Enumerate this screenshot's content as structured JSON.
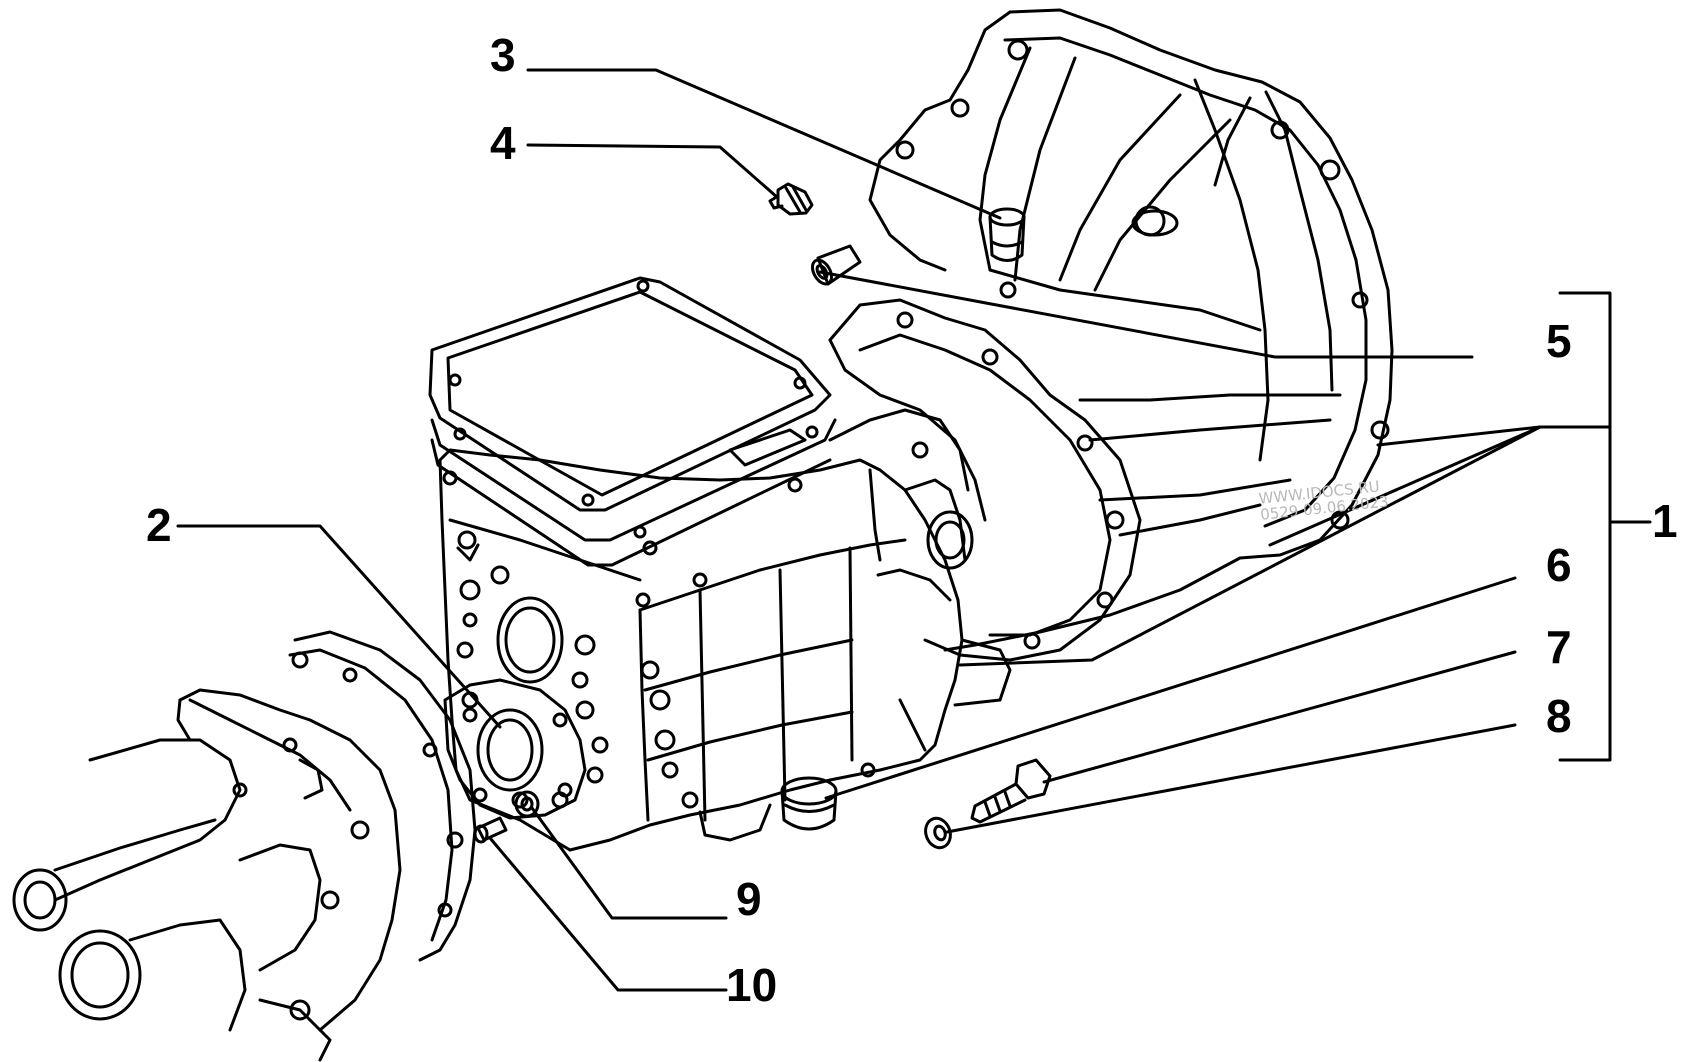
{
  "diagram": {
    "callouts": [
      "1",
      "2",
      "3",
      "4",
      "5",
      "6",
      "7",
      "8",
      "9",
      "10"
    ],
    "watermark": [
      "WWW.IDOCS.RU",
      "0529 09.06.2023"
    ]
  },
  "colors": {
    "line": "#000000",
    "background": "#ffffff",
    "watermark": "#b8b8b8"
  }
}
